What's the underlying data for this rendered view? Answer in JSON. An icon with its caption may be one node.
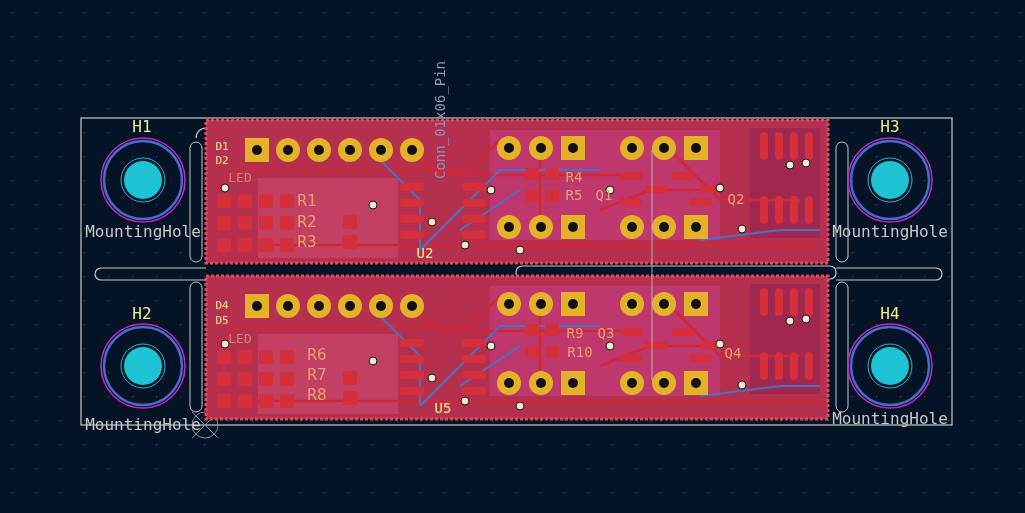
{
  "diagram": {
    "labels": [
      "H1",
      "H3",
      "Conn_01x06_Pin",
      "D1",
      "D2",
      "LED",
      "R1",
      "R2",
      "R3",
      "R4",
      "R5",
      "Q1",
      "Q2",
      "U2",
      "MountingHole",
      "MountingHole",
      "H2",
      "H4",
      "D4",
      "D5",
      "LED",
      "R6",
      "R7",
      "R8",
      "R9",
      "R10",
      "Q3",
      "Q4",
      "U5",
      "MountingHole",
      "MountingHole"
    ]
  }
}
